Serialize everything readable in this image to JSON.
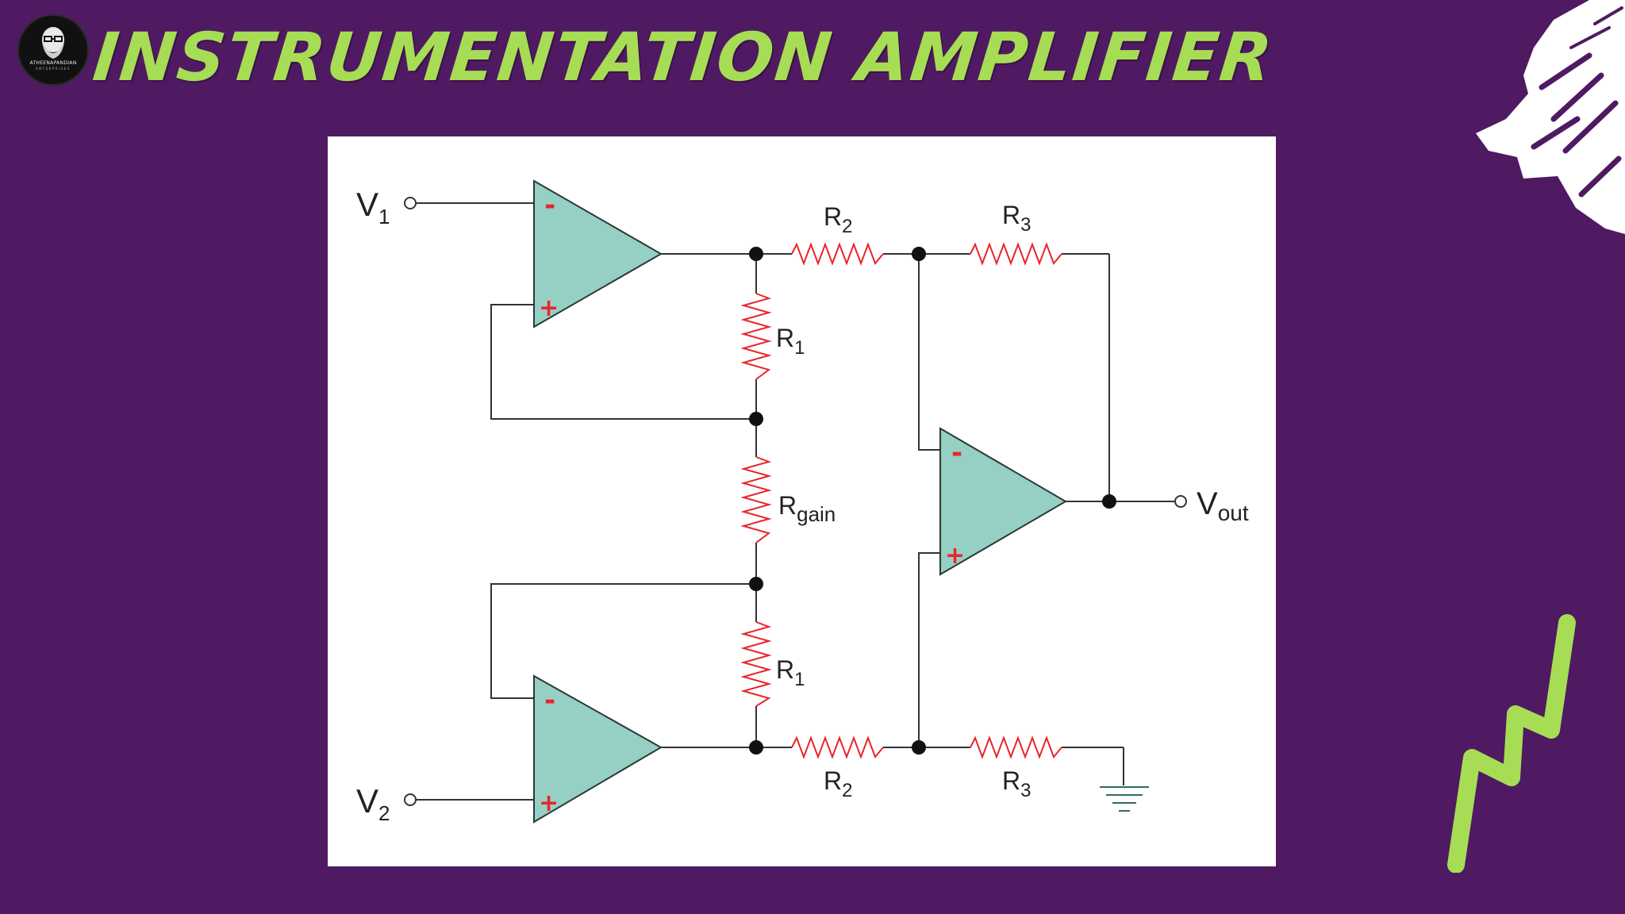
{
  "header": {
    "title": "INSTRUMENTATION AMPLIFIER",
    "logo": {
      "icon": "bearded-face-icon",
      "text": "ATHEENAPANDIAN",
      "subtext": "ENTERPRISES"
    }
  },
  "diagram": {
    "v1": {
      "main": "V",
      "sub": "1"
    },
    "v2": {
      "main": "V",
      "sub": "2"
    },
    "vout": {
      "main": "V",
      "sub": "out"
    },
    "r1_top": {
      "main": "R",
      "sub": "1"
    },
    "r1_bottom": {
      "main": "R",
      "sub": "1"
    },
    "rgain": {
      "main": "R",
      "sub": "gain"
    },
    "r2_top": {
      "main": "R",
      "sub": "2"
    },
    "r2_bottom": {
      "main": "R",
      "sub": "2"
    },
    "r3_top": {
      "main": "R",
      "sub": "3"
    },
    "r3_bottom": {
      "main": "R",
      "sub": "3"
    },
    "minus_sign": "-",
    "plus_sign": "+"
  },
  "colors": {
    "background": "#4f1a62",
    "title": "#a6dd55",
    "opamp_fill": "#96cfc4",
    "resistor": "#e8262b",
    "wire": "#333333",
    "ground": "#2f6e5a"
  }
}
